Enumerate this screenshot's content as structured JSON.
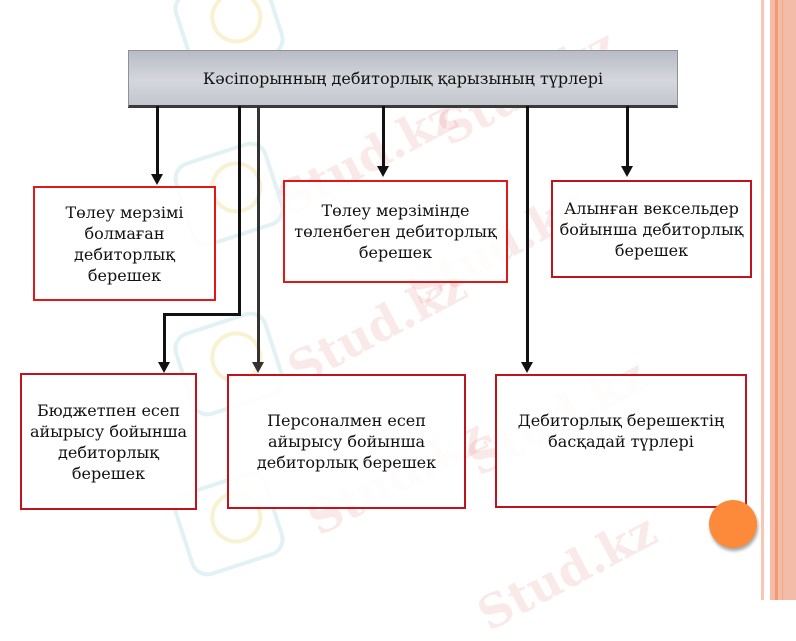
{
  "diagram": {
    "title": "Кәсіпорынның дебиторлық қарызының түрлері",
    "boxes": [
      {
        "label": "Төлеу мерзімі болмаған дебиторлық берешек"
      },
      {
        "label": "Төлеу мерзімінде төленбеген дебиторлық берешек"
      },
      {
        "label": "Алынған вексельдер бойынша дебиторлық берешек"
      },
      {
        "label": "Бюджетпен есеп айырысу бойынша дебиторлық берешек"
      },
      {
        "label": "Персоналмен есеп айырысу бойынша дебиторлық берешек"
      },
      {
        "label": "Дебиторлық берешектің басқадай түрлері"
      }
    ]
  },
  "watermark": {
    "text": "Stud.kz"
  },
  "colors": {
    "box_border": "#e01818",
    "title_bg": "#c8cad0",
    "accent_circle": "#fd8a3a",
    "stripe": "#f4b9a0"
  }
}
